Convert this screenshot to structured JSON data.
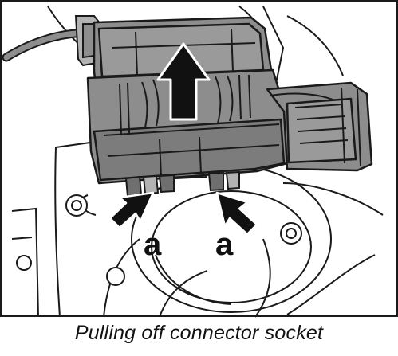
{
  "caption": "Pulling off connector socket",
  "callouts": [
    {
      "label": "a"
    },
    {
      "label": "a"
    }
  ],
  "colors": {
    "connector_fill": "#8d8d8d",
    "connector_shadow": "#6f6f6f",
    "connector_highlight": "#b3b3b3",
    "line": "#1a1a1a",
    "arrow": "#111111",
    "background": "#ffffff"
  },
  "icons": {
    "pull_direction": "arrow-up-icon",
    "release_tabs": "arrow-pointer-icon"
  }
}
